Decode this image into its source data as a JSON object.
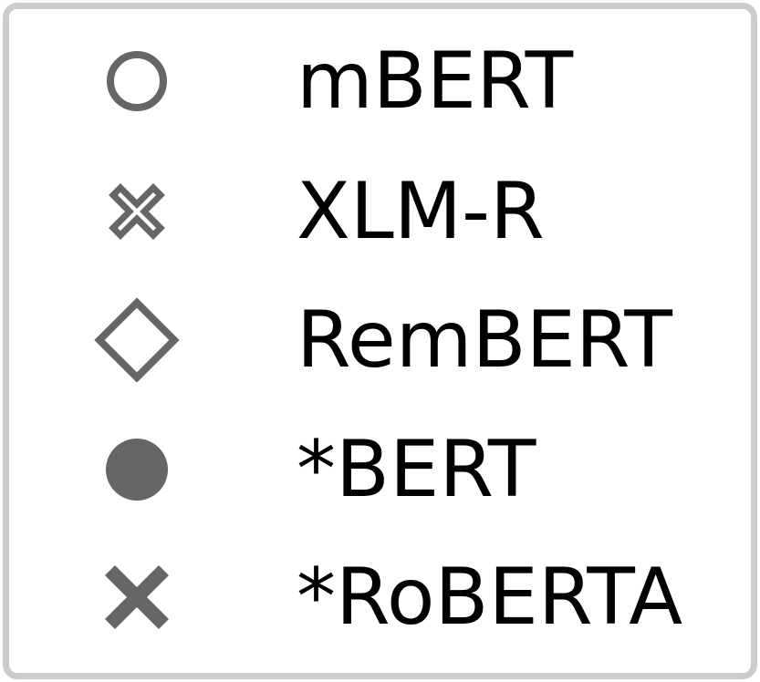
{
  "chart_data": {
    "type": "legend",
    "marker_color": "#666666",
    "frame_color": "#cccccc",
    "entries": [
      {
        "label": "mBERT",
        "marker": "circle-open"
      },
      {
        "label": "XLM-R",
        "marker": "plus-x-open"
      },
      {
        "label": "RemBERT",
        "marker": "diamond-open"
      },
      {
        "label": "*BERT",
        "marker": "circle-filled"
      },
      {
        "label": "*RoBERTA",
        "marker": "plus-x-filled"
      }
    ]
  }
}
